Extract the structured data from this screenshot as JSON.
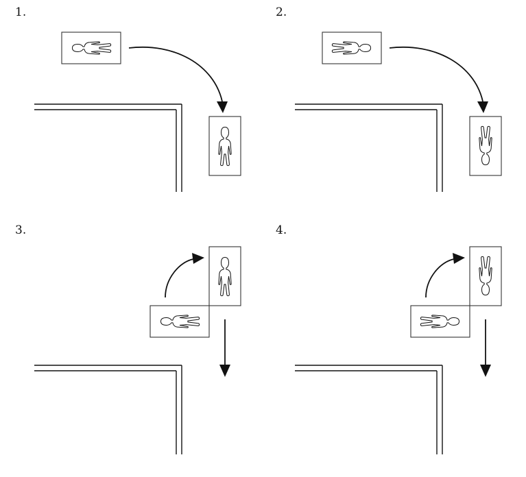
{
  "panels": [
    {
      "label": "1."
    },
    {
      "label": "2."
    },
    {
      "label": "3."
    },
    {
      "label": "4."
    }
  ]
}
